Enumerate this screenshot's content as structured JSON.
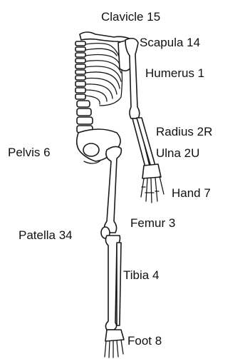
{
  "labels": {
    "clavicle": "Clavicle 15",
    "scapula": "Scapula 14",
    "humerus": "Humerus 1",
    "radius": "Radius 2R",
    "pelvis": "Pelvis 6",
    "ulna": "Ulna 2U",
    "hand": "Hand 7",
    "femur": "Femur 3",
    "patella": "Patella 34",
    "tibia": "Tibia 4",
    "foot": "Foot 8"
  },
  "colors": {
    "outline": "#1a1a1a",
    "background": "#ffffff",
    "text": "#111111"
  }
}
